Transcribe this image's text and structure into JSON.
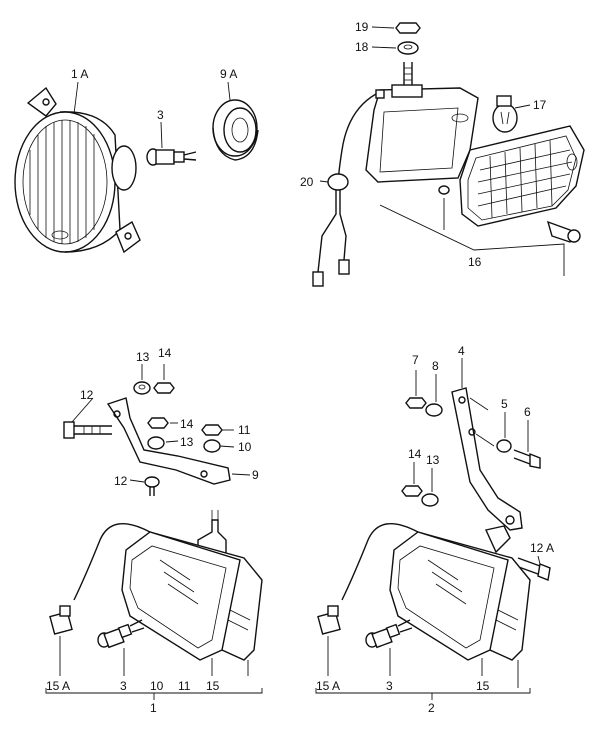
{
  "callouts": {
    "c1A": "1 A",
    "c9A": "9 A",
    "c3_top": "3",
    "c19": "19",
    "c18": "18",
    "c17": "17",
    "c20": "20",
    "c16": "16",
    "c13_left": "13",
    "c14_left": "14",
    "c12_left": "12",
    "c14_mid": "14",
    "c13_mid": "13",
    "c11": "11",
    "c10": "10",
    "c12_mid": "12",
    "c9": "9",
    "c15A_left": "15 A",
    "c3_left": "3",
    "c10_bottom": "10",
    "c11_bottom": "11",
    "c15_left": "15",
    "c1": "1",
    "c7": "7",
    "c8": "8",
    "c4": "4",
    "c5": "5",
    "c6": "6",
    "c14_right": "14",
    "c13_right": "13",
    "c12A": "12 A",
    "c15A_right": "15 A",
    "c3_right": "3",
    "c15_right": "15",
    "c2": "2"
  }
}
